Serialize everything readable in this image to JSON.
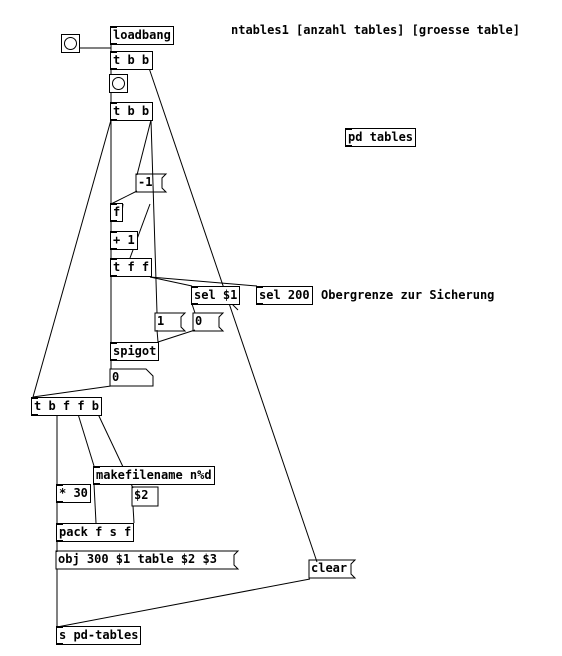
{
  "patch": {
    "loadbang": "loadbang",
    "trigger_top": "t b b",
    "trigger_second": "t b b",
    "minus_one": "-1",
    "float_box": "f",
    "plus_one": "+ 1",
    "trigger_fff": "t f f",
    "sel_arg": "sel $1",
    "sel_limit": "sel 200",
    "limit_comment": "Obergrenze zur Sicherung",
    "msg_one": "1",
    "msg_zero": "0",
    "spigot": "spigot",
    "number_value": "0",
    "trigger_bffb": "t b f f b",
    "makefilename": "makefilename n%d",
    "dollar_two": "$2",
    "times_thirty": "* 30",
    "pack": "pack f s f",
    "obj_table_msg": "obj 300 $1 table $2 $3",
    "clear_msg": "clear",
    "send_tables": "s pd-tables",
    "title_comment": "ntables1 [anzahl tables] [groesse table]",
    "pd_tables": "pd tables"
  }
}
